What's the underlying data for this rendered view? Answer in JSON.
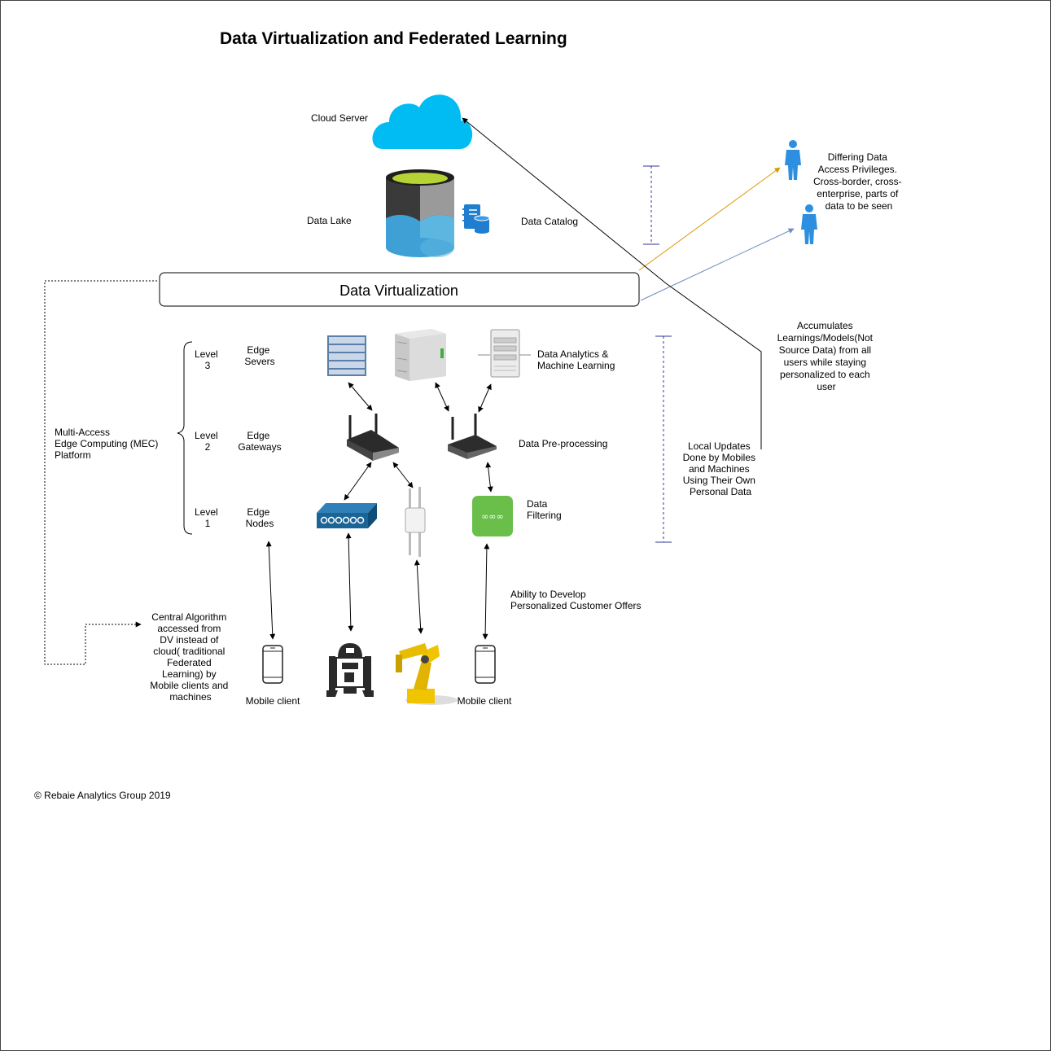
{
  "title": "Data Virtualization and Federated Learning",
  "cloud": {
    "label": "Cloud Server",
    "icon": "cloud-icon",
    "color": "#00bcf2"
  },
  "data_lake": {
    "label": "Data Lake",
    "icon": "database-icon",
    "color": "#3ea0d5"
  },
  "data_catalog": {
    "label": "Data Catalog",
    "icon": "catalog-icon"
  },
  "data_virtualization": {
    "label": "Data Virtualization"
  },
  "users": {
    "lines": [
      "Differing Data",
      "Access Privileges.",
      "Cross-border, cross-",
      "enterprise, parts of",
      "data to be seen"
    ],
    "icon": "person-icon",
    "color": "#2d8fe0"
  },
  "accumulates": {
    "lines": [
      "Accumulates",
      "Learnings/Models(Not",
      "Source Data) from all",
      "users while staying",
      "personalized to each",
      "user"
    ]
  },
  "local_updates": {
    "lines": [
      "Local Updates",
      "Done by Mobiles",
      "and Machines",
      "Using Their Own",
      "Personal Data"
    ]
  },
  "mec": {
    "lines": [
      "Multi-Access",
      "Edge Computing (MEC)",
      "Platform"
    ]
  },
  "levels": [
    {
      "level": [
        "Level",
        "3"
      ],
      "name": [
        "Edge",
        "Severs"
      ]
    },
    {
      "level": [
        "Level",
        "2"
      ],
      "name": [
        "Edge",
        "Gateways"
      ]
    },
    {
      "level": [
        "Level",
        "1"
      ],
      "name": [
        "Edge",
        "Nodes"
      ]
    }
  ],
  "data_analytics": {
    "lines": [
      "Data Analytics &",
      "Machine Learning"
    ]
  },
  "data_preprocessing": {
    "label": "Data Pre-processing"
  },
  "data_filtering": {
    "lines": [
      "Data",
      "Filtering"
    ],
    "color": "#6abf4b"
  },
  "personalized": {
    "lines": [
      "Ability to Develop",
      "Personalized Customer Offers"
    ]
  },
  "central_algorithm": {
    "lines": [
      "Central Algorithm",
      "accessed from",
      "DV instead of",
      "cloud( traditional",
      "Federated",
      "Learning) by",
      "Mobile clients and",
      "machines"
    ]
  },
  "clients": [
    {
      "label": "Mobile client",
      "icon": "mobile-phone-icon"
    },
    {
      "label": "",
      "icon": "robot-icon"
    },
    {
      "label": "",
      "icon": "robotic-arm-icon"
    },
    {
      "label": "Mobile client",
      "icon": "mobile-phone-icon"
    }
  ],
  "copyright": "© Rebaie Analytics Group 2019",
  "colors": {
    "orange_line": "#d79b00",
    "blue_line": "#6c8ebf",
    "switch": "#1a6496"
  }
}
